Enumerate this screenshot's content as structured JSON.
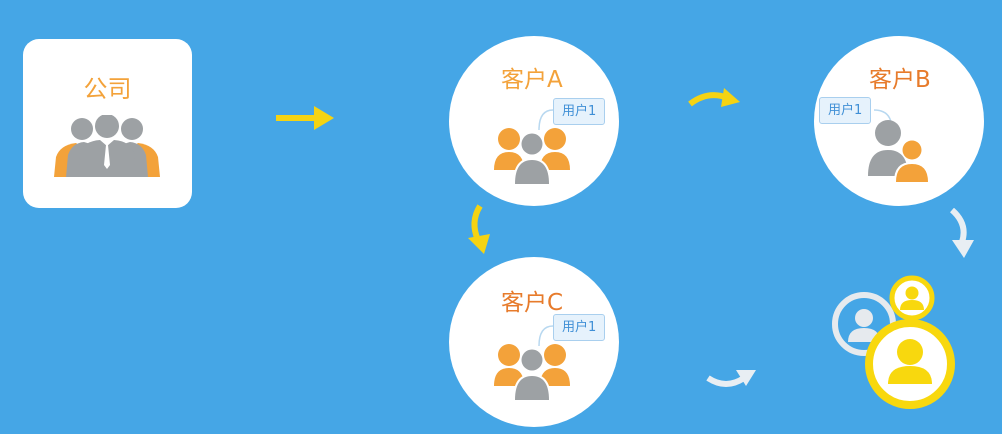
{
  "company": {
    "title": "公司",
    "icon": "group-people-icon"
  },
  "customers": [
    {
      "id": "a",
      "title": "客户A",
      "user_tag": "用户1"
    },
    {
      "id": "b",
      "title": "客户B",
      "user_tag": "用户1"
    },
    {
      "id": "c",
      "title": "客户C",
      "user_tag": "用户1"
    }
  ],
  "colors": {
    "background": "#45a6e6",
    "orange": "#f3a23a",
    "title_orange": "#e77b2b",
    "gray_person": "#9da1a4",
    "yellow": "#f8d80e",
    "arrow_yellow": "#f5d313",
    "arrow_light": "#e8eef3",
    "tag_bg": "#e6f2fc",
    "tag_text": "#3f8fd6"
  },
  "icons": {
    "main_arrow": "right-arrow-icon",
    "curved_arrows": "curved-arrow-icon",
    "result": "user-circles-icon"
  }
}
